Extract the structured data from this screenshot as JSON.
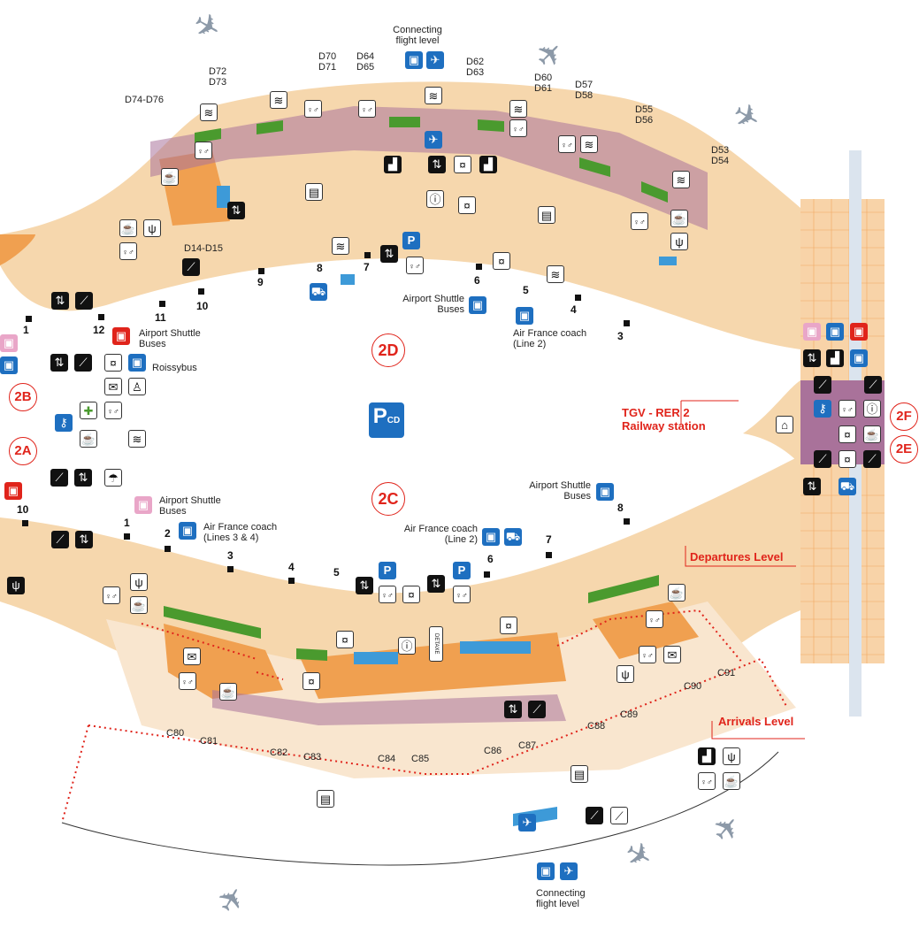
{
  "map": {
    "terminals": {
      "t2d": "2D",
      "t2c": "2C",
      "t2b": "2B",
      "t2a": "2A",
      "t2f": "2F",
      "t2e": "2E"
    },
    "top_connecting": "Connecting flight level",
    "bottom_connecting": "Connecting flight level",
    "d_gates": [
      "D70",
      "D71",
      "D64",
      "D65",
      "D62",
      "D63",
      "D72",
      "D73",
      "D74-D76",
      "D60",
      "D61",
      "D57",
      "D58",
      "D55",
      "D56",
      "D53",
      "D54",
      "D14-D15"
    ],
    "upper_doors": [
      "9",
      "8",
      "7",
      "6",
      "5",
      "4",
      "3",
      "10",
      "11",
      "12",
      "1"
    ],
    "lower_doors": [
      "10",
      "1",
      "2",
      "3",
      "4",
      "5",
      "6",
      "7",
      "8"
    ],
    "c_gates": [
      "C80",
      "C81",
      "C82",
      "C83",
      "C84",
      "C85",
      "C86",
      "C87",
      "C88",
      "C89",
      "C90",
      "C91"
    ],
    "labels": {
      "shuttle_2d": "Airport Shuttle Buses",
      "af_coach_2d": "Air France coach (Line 2)",
      "shuttle_red": "Airport Shuttle Buses",
      "roissybus": "Roissybus",
      "shuttle_pink": "Airport Shuttle Buses",
      "af_coach_34": "Air France coach (Lines 3 & 4)",
      "af_coach_2c": "Air France coach (Line 2)",
      "shuttle_2c": "Airport Shuttle Buses",
      "railway_1": "TGV - RER 2",
      "railway_2": "Railway station",
      "departures": "Departures Level",
      "arrivals": "Arrivals Level",
      "detaxe": "DETAXE",
      "parking_cd": "P",
      "parking_cd_sub": "CD"
    },
    "glyphs": {
      "toilet": "♀♂",
      "coffee": "☕",
      "restaurant": "ψ",
      "smoking": "≋",
      "mail": "✉",
      "info": "ⓘ",
      "parking": "P",
      "bus": "▣",
      "plane": "✈",
      "lift": "⇅",
      "escalator": "⟋",
      "stairs": "▟",
      "exchange": "¤",
      "first_aid": "✚",
      "taxi": "⛟",
      "baggage": "▤",
      "hotel": "⌂",
      "prayer": "♙",
      "umbrella": "☂",
      "car_rental": "⚷"
    },
    "colors": {
      "floor": "#f6d7ad",
      "shop": "#a9729a",
      "orange": "#f0a050",
      "green": "#4a9a2e",
      "blue": "#3d9ad8",
      "red": "#e0241b"
    }
  }
}
